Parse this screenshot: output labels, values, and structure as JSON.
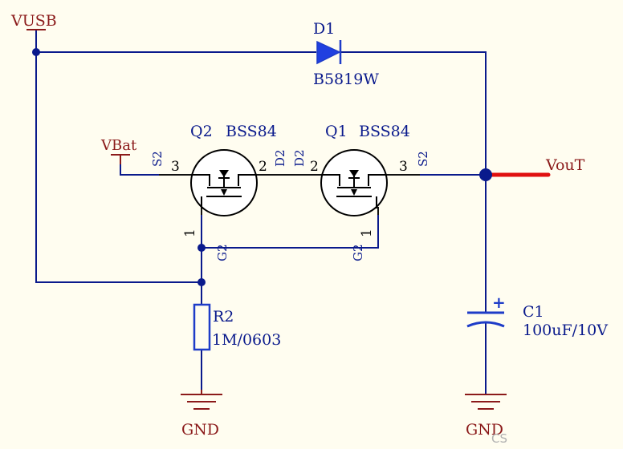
{
  "colors": {
    "background": "#fffdf0",
    "wire": "#0a1a8c",
    "power_port": "#8b1a1a",
    "component": "#1e3cc8",
    "component_fill": "#2040e0",
    "pin_line": "#111111",
    "mosfet_symbol": "#000000",
    "mosfet_body": "#ffffff",
    "junction": "#0a1a8c",
    "vout_wire": "#e01010",
    "ref_text": "#0a1a8c",
    "watermark": "#b0b0b0"
  },
  "net_labels": {
    "vusb": "VUSB",
    "vbat": "VBat",
    "vout": "VouT",
    "gnd_left": "GND",
    "gnd_right": "GND"
  },
  "components": {
    "d1": {
      "ref": "D1",
      "value": "B5819W",
      "icon": "schottky-diode-icon"
    },
    "q2": {
      "ref": "Q2",
      "value": "BSS84",
      "icon": "p-mosfet-icon",
      "pins": {
        "source_num": "3",
        "source_name": "S2",
        "drain_num": "2",
        "drain_name": "D2",
        "gate_num": "1",
        "gate_name": "G2"
      }
    },
    "q1": {
      "ref": "Q1",
      "value": "BSS84",
      "icon": "p-mosfet-icon",
      "pins": {
        "drain_num": "2",
        "drain_name": "D2",
        "source_num": "3",
        "source_name": "S2",
        "gate_num": "1",
        "gate_name": "G2"
      }
    },
    "r2": {
      "ref": "R2",
      "value": "1M/0603",
      "icon": "resistor-icon"
    },
    "c1": {
      "ref": "C1",
      "value": "100uF/10V",
      "polarity": "+",
      "icon": "polarized-capacitor-icon"
    }
  },
  "watermark": "CS"
}
